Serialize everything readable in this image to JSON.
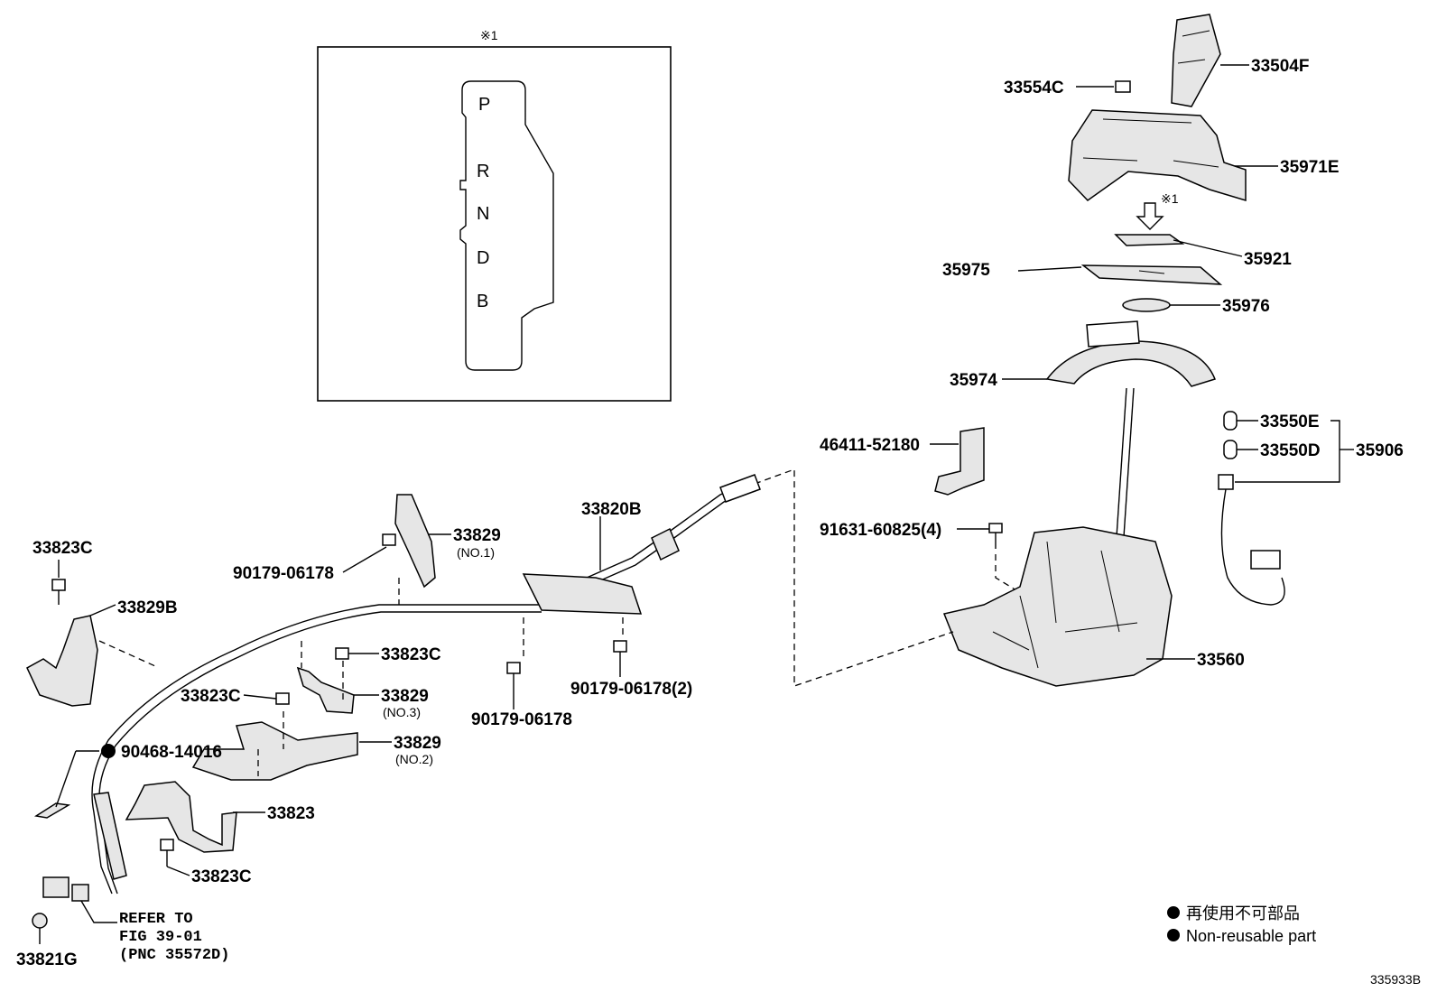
{
  "inset": {
    "marker": "※1",
    "gears": [
      "P",
      "R",
      "N",
      "D",
      "B"
    ]
  },
  "parts": {
    "p33504F": "33504F",
    "p33554C": "33554C",
    "p35971E": "35971E",
    "marker1": "※1",
    "p35921": "35921",
    "p35975": "35975",
    "p35976": "35976",
    "p35974": "35974",
    "p33550E": "33550E",
    "p33550D": "33550D",
    "p35906": "35906",
    "p46411": "46411-52180",
    "p91631": "91631-60825(4)",
    "p33560": "33560",
    "p33820B": "33820B",
    "p33829_no1": "33829",
    "no1": "(NO.1)",
    "p90179_a": "90179-06178",
    "p33823C_a": "33823C",
    "p33829B": "33829B",
    "p33823C_b": "33823C",
    "p33823C_c": "33823C",
    "p33829_no3": "33829",
    "no3": "(NO.3)",
    "p33829_no2": "33829",
    "no2": "(NO.2)",
    "p90179_b": "90179-06178",
    "p90179_c": "90179-06178(2)",
    "p90468": "90468-14016",
    "p33823": "33823",
    "p33823C_d": "33823C",
    "p33821G": "33821G",
    "refer1": "REFER TO",
    "refer2": "FIG 39-01",
    "refer3": "(PNC 35572D)"
  },
  "legend": {
    "line1": "再使用不可部品",
    "line2": "Non-reusable part"
  },
  "figure_code": "335933B"
}
